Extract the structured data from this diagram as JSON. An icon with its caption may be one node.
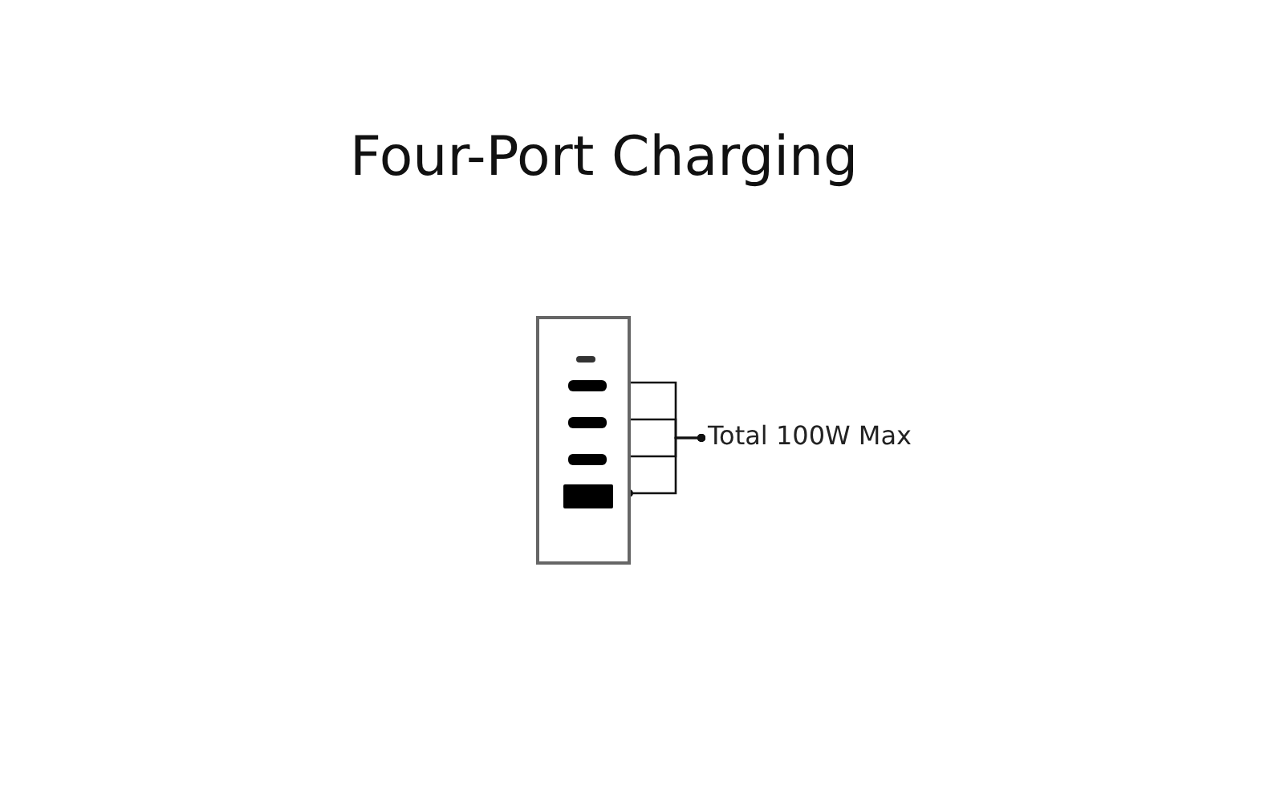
{
  "diagram": {
    "title": "Four-Port Charging",
    "nodes": [
      {
        "text": [],
        "shape": "box"
      },
      {
        "text": [],
        "shape": "bar",
        "in": 0
      },
      {
        "text": [],
        "shape": "bar",
        "in": 0
      },
      {
        "text": [],
        "shape": "bar",
        "in": 0
      },
      {
        "text": [],
        "shape": "bar",
        "in": 0
      },
      {
        "text": [
          "Total 100W Max"
        ]
      }
    ],
    "edges": [
      {
        "from": 5,
        "to": 1,
        "arrow": "other"
      },
      {
        "from": 5,
        "to": 2,
        "arrow": "other"
      },
      {
        "from": 5,
        "to": 3,
        "arrow": "other"
      },
      {
        "from": 5,
        "to": 4,
        "arrow": "other"
      }
    ]
  }
}
